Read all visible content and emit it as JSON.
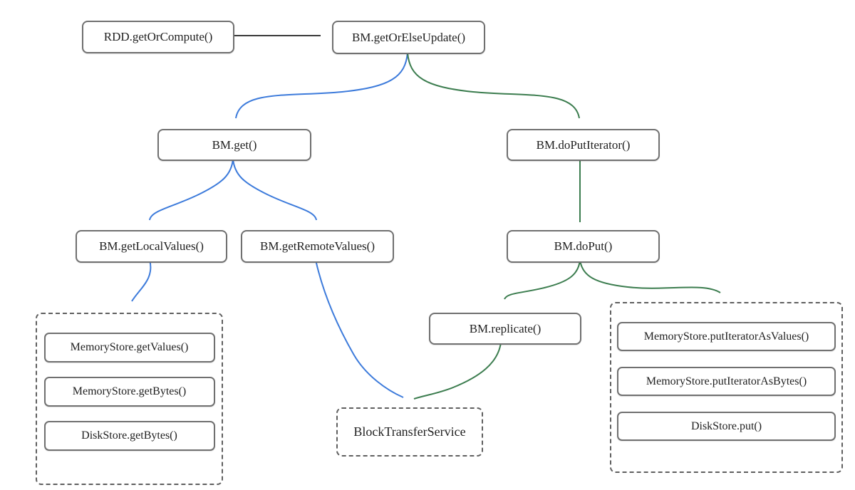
{
  "diagram": {
    "nodes": {
      "rdd_getorcompute": "RDD.getOrCompute()",
      "bm_getorelseupdate": "BM.getOrElseUpdate()",
      "bm_get": "BM.get()",
      "bm_doputiterator": "BM.doPutIterator()",
      "bm_getlocalvalues": "BM.getLocalValues()",
      "bm_getremotevalues": "BM.getRemoteValues()",
      "bm_doput": "BM.doPut()",
      "bm_replicate": "BM.replicate()",
      "memorystore_getvalues": "MemoryStore.getValues()",
      "memorystore_getbytes": "MemoryStore.getBytes()",
      "diskstore_getbytes": "DiskStore.getBytes()",
      "memorystore_putiteratorasvalues": "MemoryStore.putIteratorAsValues()",
      "memorystore_putiteratorasbytes": "MemoryStore.putIteratorAsBytes()",
      "diskstore_put": "DiskStore.put()",
      "blocktransferservice": "BlockTransferService"
    },
    "edges": [
      {
        "from": "RDD.getOrCompute()",
        "to": "BM.getOrElseUpdate()",
        "style": "call"
      },
      {
        "from": "BM.getOrElseUpdate()",
        "to": "BM.get()",
        "style": "read"
      },
      {
        "from": "BM.getOrElseUpdate()",
        "to": "BM.doPutIterator()",
        "style": "write"
      },
      {
        "from": "BM.get()",
        "to": "BM.getLocalValues()",
        "style": "read"
      },
      {
        "from": "BM.get()",
        "to": "BM.getRemoteValues()",
        "style": "read"
      },
      {
        "from": "BM.getLocalValues()",
        "to": "local-store-group",
        "style": "read"
      },
      {
        "from": "BM.getRemoteValues()",
        "to": "BlockTransferService",
        "style": "read"
      },
      {
        "from": "BM.doPutIterator()",
        "to": "BM.doPut()",
        "style": "write"
      },
      {
        "from": "BM.doPut()",
        "to": "BM.replicate()",
        "style": "write"
      },
      {
        "from": "BM.doPut()",
        "to": "put-store-group",
        "style": "write"
      },
      {
        "from": "BM.replicate()",
        "to": "BlockTransferService",
        "style": "write"
      }
    ],
    "colors": {
      "read": "#3d7bdb",
      "read_arrow": "#2b6cd9",
      "write": "#3c7d4f",
      "write_arrow": "#277c2e",
      "call": "#3a3a3a",
      "call_arrow": "#333333",
      "box_border": "#707070",
      "dashed_border": "#5f5f5f",
      "text": "#1f1f1f"
    }
  }
}
